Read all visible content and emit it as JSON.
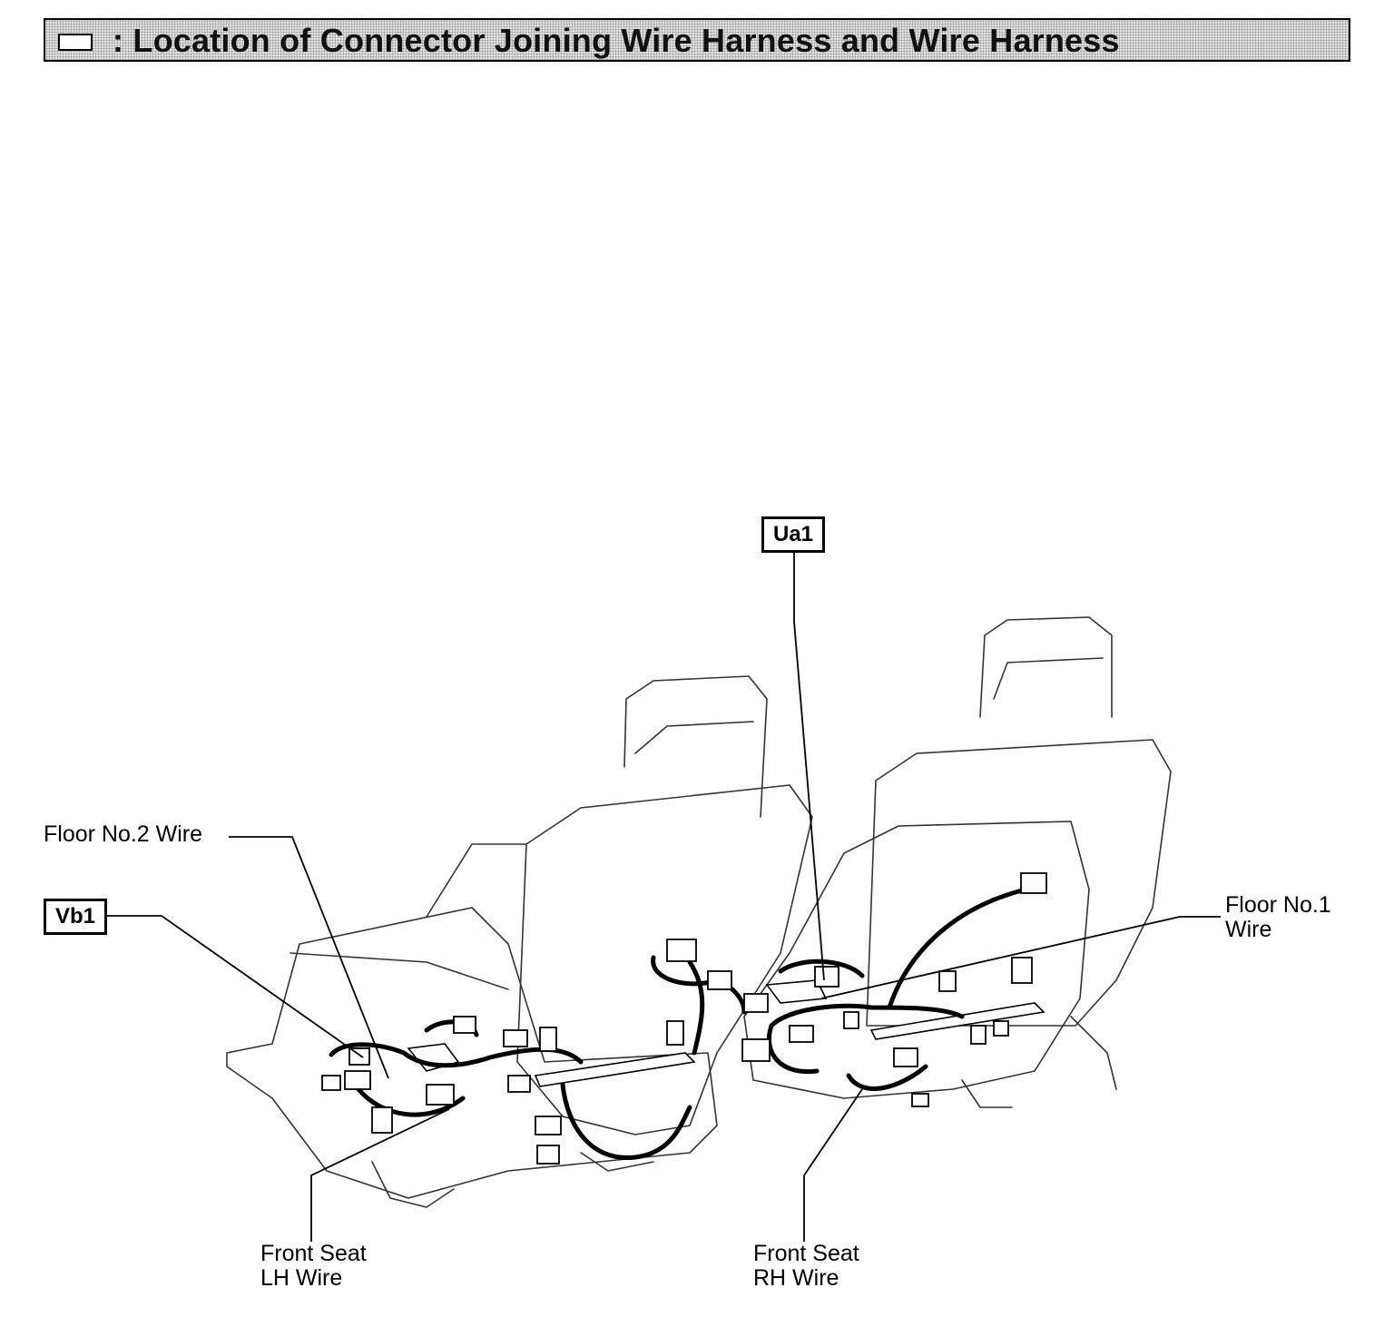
{
  "title": ": Location of Connector Joining Wire Harness and Wire Harness",
  "connectors": {
    "ua1": "Ua1",
    "vb1": "Vb1"
  },
  "labels": {
    "floor_no2_wire": "Floor No.2 Wire",
    "floor_no1_wire": "Floor No.1 Wire",
    "front_seat_lh_wire": "Front Seat LH Wire",
    "front_seat_rh_wire": "Front Seat RH Wire"
  }
}
